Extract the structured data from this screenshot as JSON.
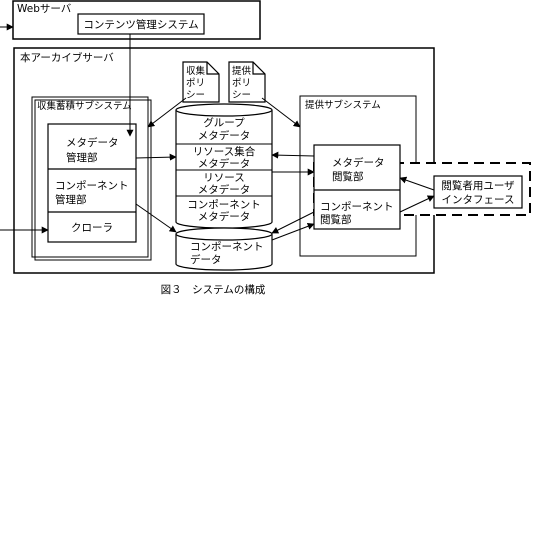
{
  "web_server": {
    "label": "Webサーバ",
    "cms": "コンテンツ管理システム"
  },
  "archive_server": {
    "label": "本アーカイブサーバ"
  },
  "collection_subsystem": {
    "label": "収集蓄積サブシステム",
    "metadata_mgmt": [
      "メタデータ",
      "管理部"
    ],
    "component_mgmt": [
      "コンポーネント",
      "管理部"
    ],
    "crawler": "クローラ"
  },
  "policies": {
    "collection": [
      "収集",
      "ポリ",
      "シー"
    ],
    "provision": [
      "提供",
      "ポリ",
      "シー"
    ]
  },
  "metadata_db": {
    "group": [
      "グループ",
      "メタデータ"
    ],
    "resource_set": [
      "リソース集合",
      "メタデータ"
    ],
    "resource": [
      "リソース",
      "メタデータ"
    ],
    "component": [
      "コンポーネント",
      "メタデータ"
    ]
  },
  "component_data": [
    "コンポーネント",
    "データ"
  ],
  "provision_subsystem": {
    "label": "提供サブシステム",
    "metadata_view": [
      "メタデータ",
      "閲覧部"
    ],
    "component_view": [
      "コンポーネント",
      "閲覧部"
    ]
  },
  "browser_ui": [
    "閲覧者用ユーザ",
    "インタフェース"
  ],
  "caption": "図３　システムの構成"
}
